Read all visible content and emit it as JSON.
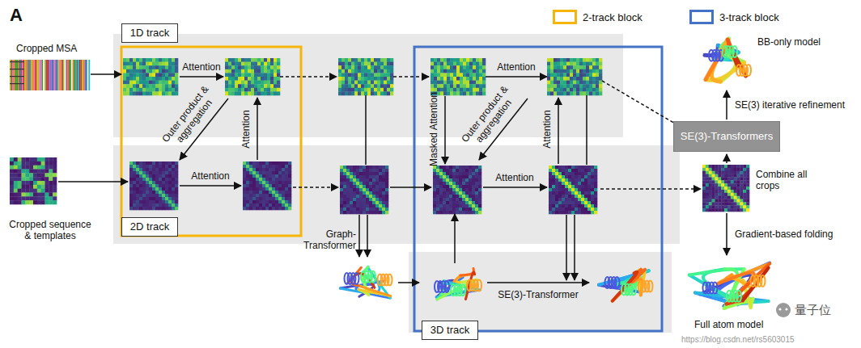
{
  "diagram": {
    "nodes": [
      {
        "text": [
          "1D track"
        ]
      },
      {
        "text": [
          "2D track"
        ]
      },
      {
        "text": [
          "3D track"
        ]
      },
      {
        "text": [
          "SE(3)-Transformers"
        ]
      }
    ],
    "labels": [
      "A",
      "Cropped MSA",
      "Attention",
      "Outer product & aggregation",
      "Attention",
      "Attention",
      "Cropped sequence & templates",
      "Graph-Transformer",
      "Masked Attention",
      "Attention",
      "Outer product & aggregation",
      "Attention",
      "Attention",
      "SE(3)-Transformer",
      "SE(3) iterative refinement",
      "BB-only model",
      "Combine all crops",
      "Gradient-based folding",
      "Full atom model",
      "量子位",
      "https://blog.csdn.net/rs5603015"
    ],
    "legend": [
      {
        "text": "2-track block",
        "color": "#f5b50a"
      },
      {
        "text": "3-track block",
        "color": "#4472c4"
      }
    ]
  }
}
